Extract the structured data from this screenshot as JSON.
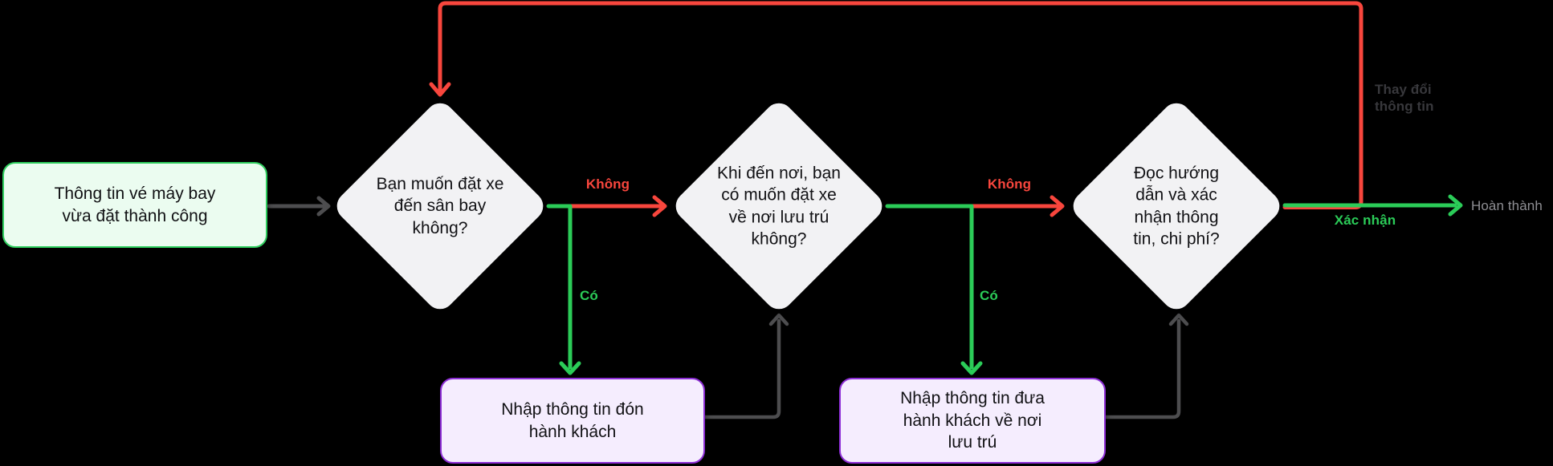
{
  "canvas": {
    "background": "#000000"
  },
  "colors": {
    "edge_red": "#f8463d",
    "edge_green": "#2bcc58",
    "edge_gray": "#4d4d4f",
    "terminal_fill": "#ebfcf0",
    "terminal_border": "#2fce5e",
    "process_fill": "#f5edfe",
    "process_border": "#8d2ed6",
    "decision_fill": "#f2f2f4"
  },
  "nodes": {
    "start": {
      "type": "terminal",
      "lines": [
        "Thông tin vé máy bay",
        "vừa đặt thành công"
      ]
    },
    "decision_airport": {
      "type": "decision",
      "lines": [
        "Bạn muốn đặt xe",
        "đến sân bay",
        "không?"
      ]
    },
    "decision_return": {
      "type": "decision",
      "lines": [
        "Khi đến nơi, bạn",
        "có muốn đặt xe",
        "về nơi lưu trú",
        "không?"
      ]
    },
    "decision_confirm": {
      "type": "decision",
      "lines": [
        "Đọc hướng",
        "dẫn và xác",
        "nhận thông",
        "tin, chi phí?"
      ]
    },
    "process_pickup": {
      "type": "process",
      "lines": [
        "Nhập thông tin đón",
        "hành khách"
      ]
    },
    "process_dropoff": {
      "type": "process",
      "lines": [
        "Nhập thông tin đưa",
        "hành khách về nơi",
        "lưu trú"
      ]
    }
  },
  "edge_labels": {
    "no_1": "Không",
    "yes_1": "Có",
    "no_2": "Không",
    "yes_2": "Có",
    "confirm": "Xác nhận",
    "done": "Hoàn thành",
    "change": [
      "Thay đổi",
      "thông tin"
    ]
  }
}
